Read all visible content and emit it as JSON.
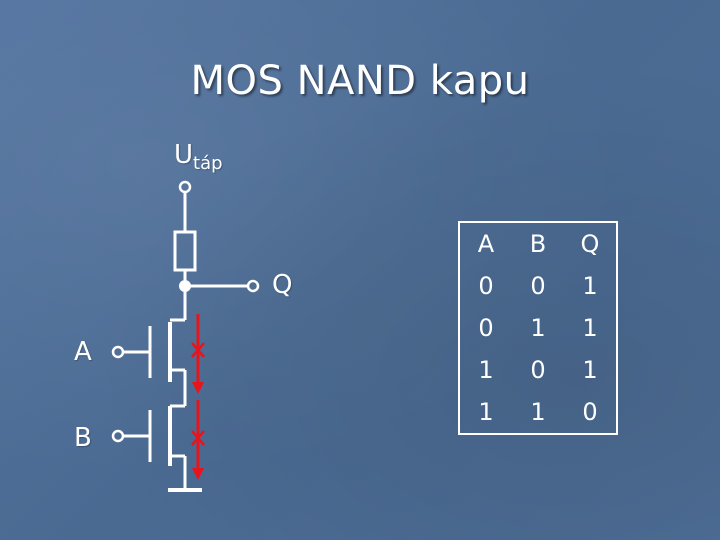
{
  "title": "MOS NAND kapu",
  "labels": {
    "supply_main": "U",
    "supply_sub": "táp",
    "output": "Q",
    "input_a": "A",
    "input_b": "B"
  },
  "truth_table": {
    "headers": [
      "A",
      "B",
      "Q"
    ],
    "rows": [
      [
        "0",
        "0",
        "1"
      ],
      [
        "0",
        "1",
        "1"
      ],
      [
        "1",
        "0",
        "1"
      ],
      [
        "1",
        "1",
        "0"
      ]
    ]
  },
  "colors": {
    "wire": "#ffffff",
    "current_arrow": "#e8141c",
    "background": "#4e6d94"
  }
}
